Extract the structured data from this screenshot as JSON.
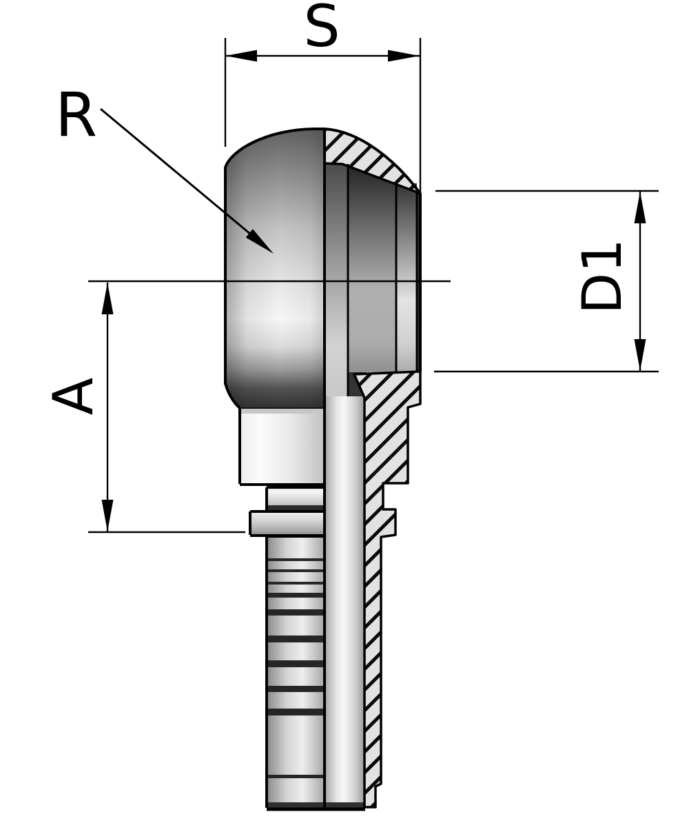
{
  "drawing": {
    "dimension_labels": {
      "s": "S",
      "r": "R",
      "a": "A",
      "d1": "D1"
    },
    "colors": {
      "line": "#000000",
      "background": "#ffffff",
      "hatch_fill": "#e2e2e2",
      "metal_highlight": "#f6f6f6",
      "metal_shadow": "#333333"
    }
  }
}
